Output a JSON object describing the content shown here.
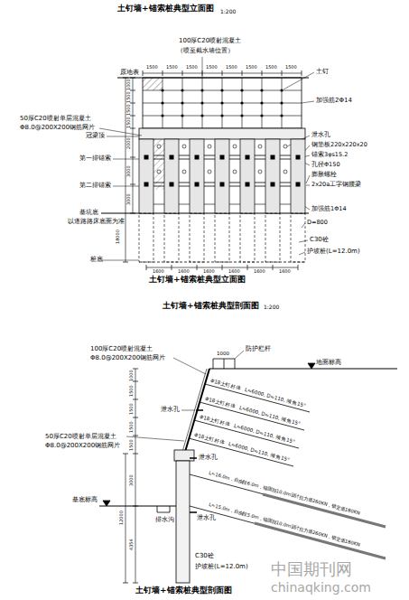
{
  "diagram": {
    "title": "土钉墙+锚索桩典型立面图",
    "caption": "土钉墙+锚索桩典型剖面图",
    "labels": [
      "1:200",
      "100厚C20喷射混凝土",
      "（喷至截水墙位置）",
      "原地表",
      "1500",
      "1500",
      "1500",
      "1500",
      "1500",
      "1500",
      "1500",
      "1500",
      "土钉",
      "加强筋2Φ14",
      "50厚C20喷射单层混凝土",
      "Φ8.0@200X200钢筋网片",
      "冠梁顶",
      "第一排锚索",
      "第二排锚索",
      "基坑底",
      "以道路路床底面为准",
      "桩底",
      "1000",
      "1500",
      "1500",
      "1500",
      "2000",
      "3000",
      "3000",
      "18000",
      "泄水孔",
      "钢垫板220x220x20",
      "锚索3φs15.2",
      "孔径Φ150",
      "膨胀螺栓",
      "2x20a工字钢腰梁",
      "加强筋1Φ14",
      "D=800",
      "1600",
      "1600",
      "1600",
      "1600",
      "1600",
      "1600",
      "C30砼",
      "护坡桩(L=12.0m)",
      "土钉墙+锚索桩典型立面图",
      "土钉墙+锚索桩典型剖面图",
      "1:200",
      "100厚C20喷射混凝土",
      "Φ8.0@200X200钢筋网片",
      "防护栏杆",
      "地面标高",
      "1000",
      "Φ18土钉杆体",
      "L=6000, D=110, 倾角15°",
      "Φ18土钉杆体",
      "L=6000, D=110, 倾角15°",
      "Φ18土钉杆体",
      "L=6000, D=110, 倾角15°",
      "Φ18土钉杆体",
      "L=6000, D=110, 倾角15°",
      "泄水孔",
      "泄水孔",
      "泄水孔",
      "50厚C20喷射单层混凝土",
      "Φ8.0@200X200钢筋网片",
      "L=16.0m，自由段6.0m，锚固段10.0m设计拉力值260KN，锁定值180KN",
      "L=15.0m，自由段5.0m，锚固段10.0m设计拉力值260KN，锁定值180KN",
      "基底标高",
      "排水沟",
      "C30砼",
      "护坡桩(L=12.0m)",
      "1000",
      "1500",
      "1500",
      "1500",
      "1500",
      "3000",
      "4354",
      "12000",
      "中国期刊网",
      "chinaqking.com"
    ]
  }
}
